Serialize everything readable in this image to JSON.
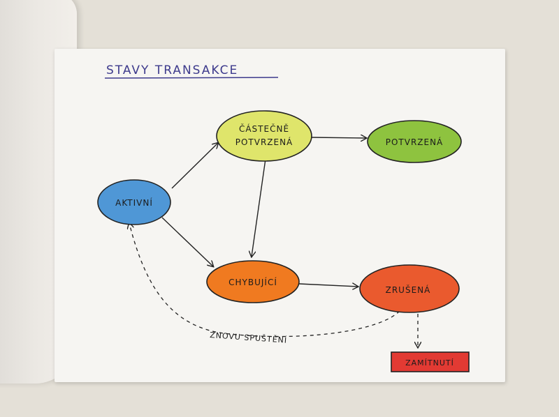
{
  "title": "STAVY TRANSAKCE",
  "nodes": {
    "aktivni": {
      "label": "AKTIVNÍ",
      "color": "#4f97d6"
    },
    "castecne": {
      "label_line1": "ČÁSTEČNĚ",
      "label_line2": "POTVRZENÁ",
      "color": "#dfe56b"
    },
    "potvrzena": {
      "label": "POTVRZENÁ",
      "color": "#8ec33f"
    },
    "chybujici": {
      "label": "CHYBUJÍCÍ",
      "color": "#f07a20"
    },
    "zrusena": {
      "label": "ZRUŠENÁ",
      "color": "#ea5a2e"
    },
    "zamitnuti": {
      "label": "ZAMÍTNUTÍ",
      "color": "#e23a33"
    }
  },
  "edges": {
    "restart_label": "ZNOVU SPUŠTĚNÍ"
  },
  "colors": {
    "ink": "#222222",
    "title_ink": "#3d3a8c",
    "paper": "#f6f5f2"
  }
}
